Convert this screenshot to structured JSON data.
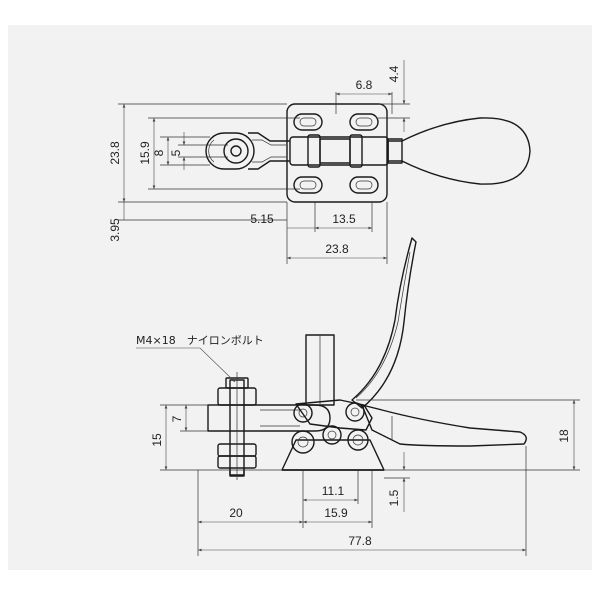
{
  "colors": {
    "background": "#f2f2f2",
    "line": "#1a1a1a"
  },
  "callout": {
    "label": "M4×18　ナイロンボルト"
  },
  "top_view": {
    "dim_height_total": "23.8",
    "dim_height_mid": "15.9",
    "dim_height_inner": "8",
    "dim_height_slot": "5",
    "dim_offset": "3.95",
    "dim_hole_spacing": "6.8",
    "dim_top_margin": "4.4",
    "dim_left_offset": "5.15",
    "dim_base_inner": "13.5",
    "dim_base_width": "23.8"
  },
  "side_view": {
    "dim_arm_height": "15",
    "dim_bolt_height": "7",
    "dim_total_height": "18",
    "dim_base_inner": "11.1",
    "dim_base_outer": "15.9",
    "dim_base_thickness": "1.5",
    "dim_bolt_offset": "20",
    "dim_total_length": "77.8"
  }
}
